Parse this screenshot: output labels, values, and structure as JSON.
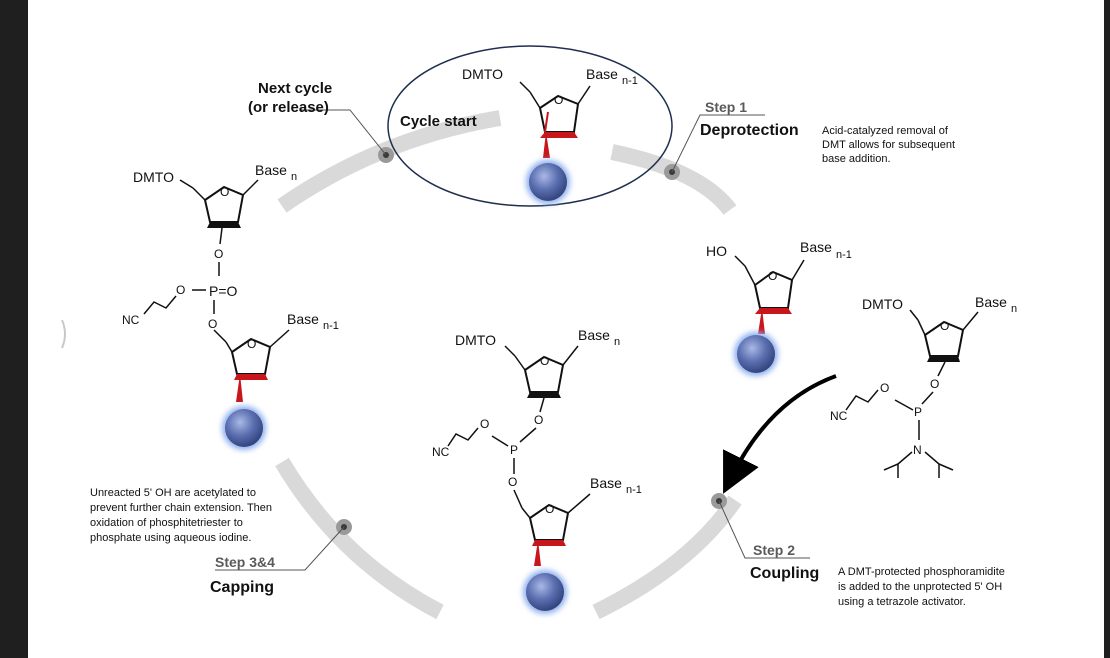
{
  "labels": {
    "next_cycle": [
      "Next cycle",
      "(or release)"
    ],
    "cycle_start": "Cycle start",
    "step1": {
      "number": "Step 1",
      "name": "Deprotection",
      "desc": [
        "Acid-catalyzed removal of",
        "DMT allows for subsequent",
        "base addition."
      ]
    },
    "step2": {
      "number": "Step 2",
      "name": "Coupling",
      "desc": [
        "A DMT-protected phosphoramidite",
        "is added to the unprotected 5' OH",
        "using a tetrazole activator."
      ]
    },
    "step34": {
      "number": "Step 3&4",
      "name": "Capping",
      "desc": [
        "Unreacted 5' OH are acetylated to",
        "prevent further chain extension. Then",
        "oxidation of phosphitetriester to",
        "phosphate using aqueous iodine."
      ]
    }
  },
  "chem": {
    "dmto": "DMTO",
    "ho": "HO",
    "base": "Base",
    "sub_n": "n",
    "sub_n1": "n-1",
    "o": "O",
    "p": "P",
    "n": "N",
    "nc": "NC",
    "po_double": "P=O"
  },
  "colors": {
    "red_bond": "#c8161d",
    "bead": "#5b6fb0",
    "bead_glow": "#8fb0ee",
    "cycle_arc": "#d9d9d9",
    "ellipse": "#1f2f4f"
  }
}
